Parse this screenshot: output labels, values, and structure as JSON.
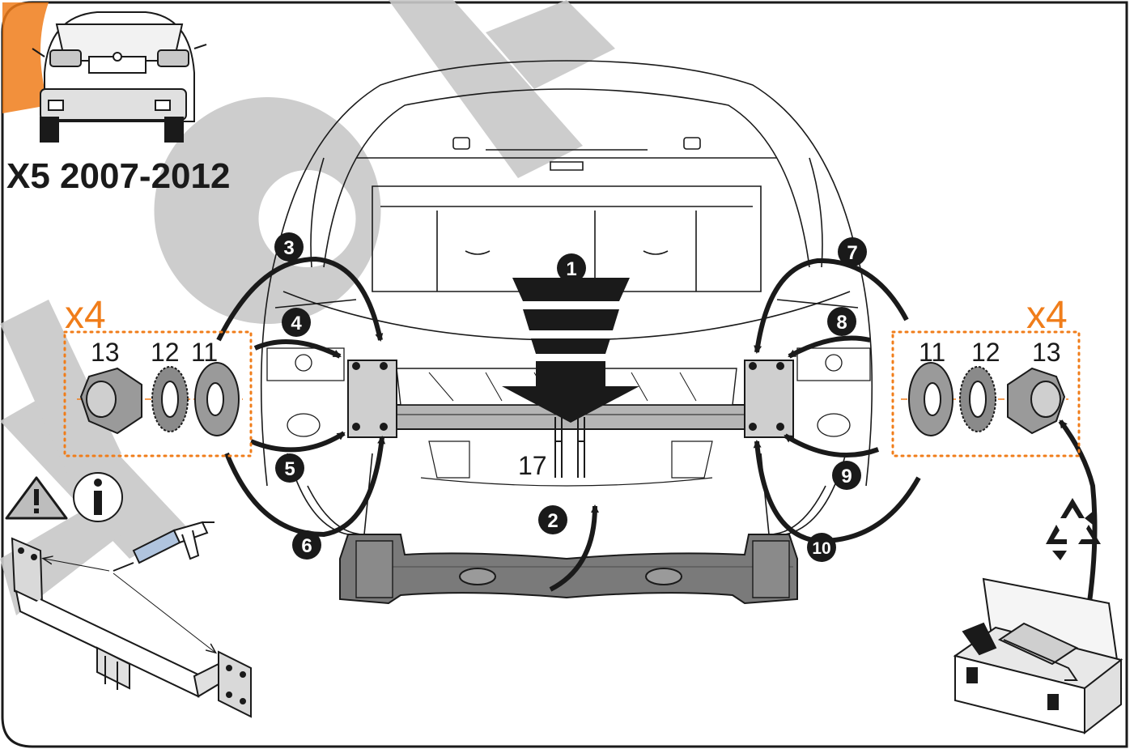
{
  "title": "X5 2007-2012",
  "watermark": "NO COPY",
  "multipliers": {
    "left": "x4",
    "right": "x4"
  },
  "part_labels": {
    "left": [
      "13",
      "12",
      "11"
    ],
    "right": [
      "11",
      "12",
      "13"
    ],
    "center": "17"
  },
  "steps": [
    "1",
    "2",
    "3",
    "4",
    "5",
    "6",
    "7",
    "8",
    "9",
    "10"
  ],
  "icons": [
    "warning-icon",
    "info-icon",
    "recycle-icon",
    "toolbox-icon",
    "sealant-gun-icon",
    "car-rear-thumbnail"
  ],
  "colors": {
    "accent": "#f07d1a",
    "outline": "#1a1a1a",
    "part_fill": "#a6a6a6",
    "bumper_fill": "#707070",
    "watermark": "#c8c8c8"
  }
}
